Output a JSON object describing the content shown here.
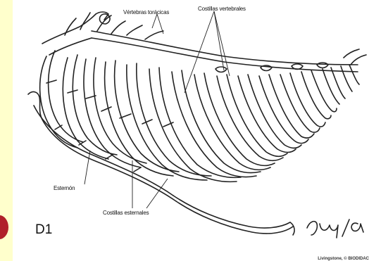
{
  "slide": {
    "code": "D1",
    "background_color": "#ffffcc",
    "marker_color": "#b0202a"
  },
  "figure": {
    "labels": {
      "vertebras": "Vértebras torácicas",
      "costillas_vertebrales": "Costillas vertebrales",
      "esternon": "Esternón",
      "costillas_esternales": "Costillas esternales"
    },
    "credit": "Livingstone, © BIODIDAC",
    "signature": "Iuy/a"
  }
}
